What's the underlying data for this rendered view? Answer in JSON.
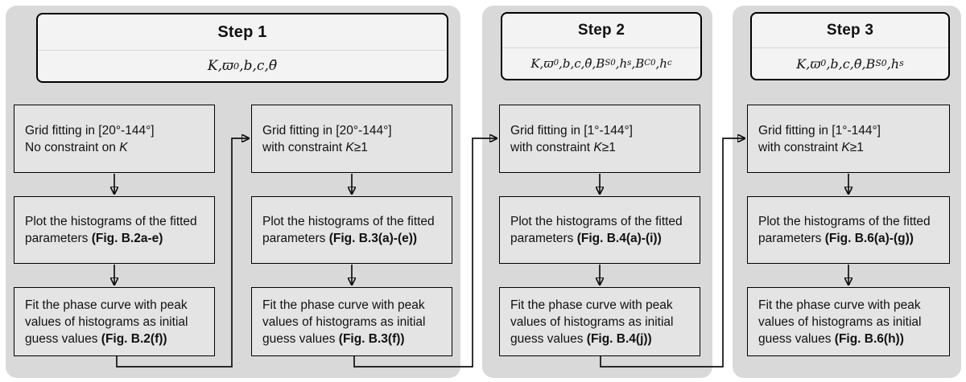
{
  "colors": {
    "panel": "#d9d9d9",
    "box_fill": "#e4e4e4",
    "header_fill": "#f3f3f3",
    "border": "#000000"
  },
  "steps": [
    {
      "title": "Step 1",
      "params": [
        {
          "base": "K"
        },
        {
          "base": "ϖ",
          "sub": "0"
        },
        {
          "base": "b"
        },
        {
          "base": "c"
        },
        {
          "base": "θ̄"
        }
      ],
      "columns": [
        {
          "boxes": [
            [
              {
                "t": "Grid fitting in [20°-144°]"
              },
              {
                "br": true
              },
              {
                "t": "No constraint on "
              },
              {
                "t": "K",
                "i": true
              }
            ],
            [
              {
                "t": "Plot the histograms of the fitted parameters "
              },
              {
                "t": "(Fig. B.2a-e)",
                "b": true
              }
            ],
            [
              {
                "t": "Fit the phase curve with peak values of histograms as initial guess values "
              },
              {
                "t": "(Fig. B.2(f))",
                "b": true
              }
            ]
          ]
        },
        {
          "boxes": [
            [
              {
                "t": "Grid fitting in [20°-144°]"
              },
              {
                "br": true
              },
              {
                "t": "with constraint "
              },
              {
                "t": "K",
                "i": true
              },
              {
                "t": "≥1"
              }
            ],
            [
              {
                "t": "Plot the histograms of the fitted parameters "
              },
              {
                "t": "(Fig. B.3(a)-(e))",
                "b": true
              }
            ],
            [
              {
                "t": "Fit the phase curve with peak values of histograms as initial guess values "
              },
              {
                "t": "(Fig. B.3(f))",
                "b": true
              }
            ]
          ]
        }
      ]
    },
    {
      "title": "Step 2",
      "params": [
        {
          "base": "K"
        },
        {
          "base": "ϖ",
          "sub": "0"
        },
        {
          "base": "b"
        },
        {
          "base": "c"
        },
        {
          "base": "θ̄"
        },
        {
          "base": "B",
          "sub": "S0"
        },
        {
          "base": "h",
          "sub": "s"
        },
        {
          "base": "B",
          "sub": "C0"
        },
        {
          "base": "h",
          "sub": "c"
        }
      ],
      "columns": [
        {
          "boxes": [
            [
              {
                "t": "Grid fitting in [1°-144°]"
              },
              {
                "br": true
              },
              {
                "t": "with constraint "
              },
              {
                "t": "K",
                "i": true
              },
              {
                "t": "≥1"
              }
            ],
            [
              {
                "t": "Plot the histograms of the fitted parameters "
              },
              {
                "t": "(Fig. B.4(a)-(i))",
                "b": true
              }
            ],
            [
              {
                "t": "Fit the phase curve with peak values of histograms as initial guess values "
              },
              {
                "t": "(Fig. B.4(j))",
                "b": true
              }
            ]
          ]
        }
      ]
    },
    {
      "title": "Step 3",
      "params": [
        {
          "base": "K"
        },
        {
          "base": "ϖ",
          "sub": "0"
        },
        {
          "base": "b"
        },
        {
          "base": "c"
        },
        {
          "base": "θ̄"
        },
        {
          "base": "B",
          "sub": "S0"
        },
        {
          "base": "h",
          "sub": "s"
        }
      ],
      "columns": [
        {
          "boxes": [
            [
              {
                "t": "Grid fitting in [1°-144°]"
              },
              {
                "br": true
              },
              {
                "t": "with constraint "
              },
              {
                "t": "K",
                "i": true
              },
              {
                "t": "≥1"
              }
            ],
            [
              {
                "t": "Plot the histograms of the fitted parameters "
              },
              {
                "t": "(Fig. B.6(a)-(g))",
                "b": true
              }
            ],
            [
              {
                "t": "Fit the phase curve with peak values of histograms as initial guess values "
              },
              {
                "t": "(Fig. B.6(h))",
                "b": true
              }
            ]
          ]
        }
      ]
    }
  ]
}
